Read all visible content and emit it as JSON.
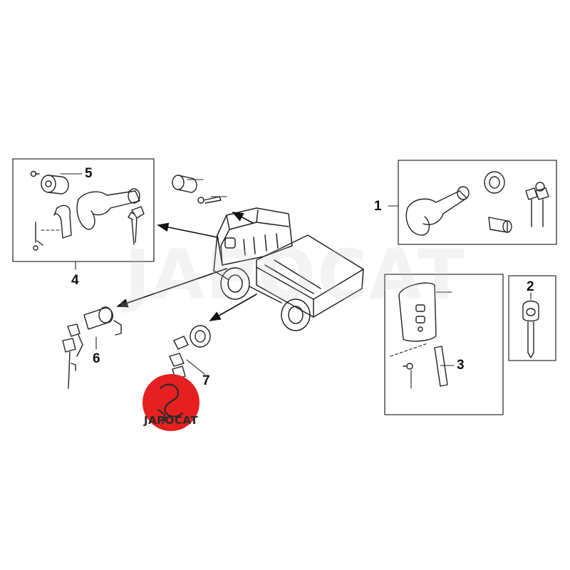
{
  "callouts": {
    "c1": "1",
    "c2": "2",
    "c3": "3",
    "c4": "4",
    "c5": "5",
    "c6": "6",
    "c7": "7"
  },
  "watermark": {
    "text": "JAPOCAT"
  },
  "logo": {
    "text": "JAPOCAT",
    "badge_color": "#e62020"
  },
  "colors": {
    "line": "#222222",
    "box": "#333333",
    "arrow": "#111111"
  }
}
